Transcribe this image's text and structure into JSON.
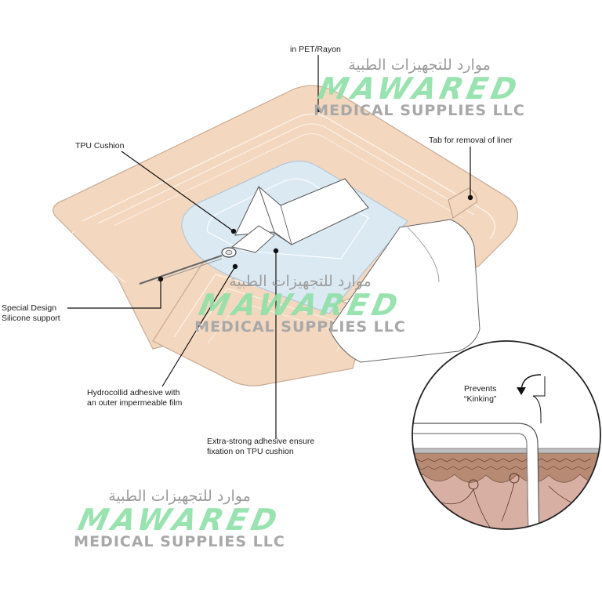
{
  "labels": {
    "pet_rayon": "in PET/Rayon",
    "tpu_cushion": "TPU Cushion",
    "tab_liner": "Tab for removal of liner",
    "silicone_line1": "Special Design",
    "silicone_line2": "Silicone support",
    "hydrocolloid_line1": "Hydrocollid adhesive with",
    "hydrocolloid_line2": "an outer impermeable film",
    "extra_strong_line1": "Extra-strong adhesive ensure",
    "extra_strong_line2": "fixation on TPU cushion",
    "prevents_line1": "Prevents",
    "prevents_line2": "“Kinking”"
  },
  "watermark": {
    "arabic": "موارد للتجهيزات الطبية",
    "brand": "MAWARED",
    "subtitle": "MEDICAL SUPPLIES LLC"
  },
  "colors": {
    "dressing_fill": "#f3d7bf",
    "dressing_stroke": "#c9ab94",
    "window_fill": "#dbe9f3",
    "skin_top": "#b78a73",
    "skin_fill": "#d8b0a3",
    "watermark_green": "#8fe0a8"
  }
}
